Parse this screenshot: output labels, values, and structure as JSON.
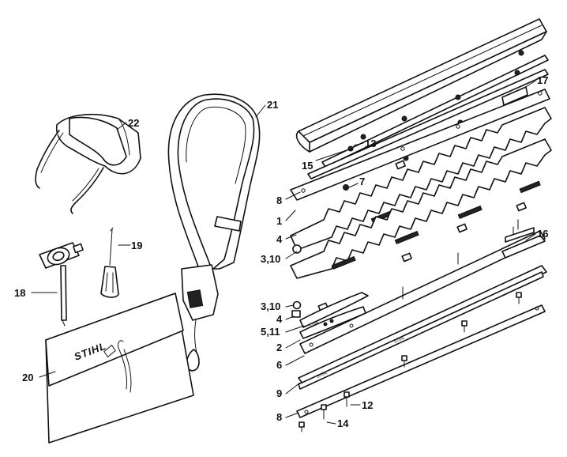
{
  "callouts": [
    "1",
    "2",
    "3,10",
    "3,10",
    "4",
    "4",
    "5,11",
    "6",
    "7",
    "8",
    "8",
    "9",
    "12",
    "13",
    "14",
    "15",
    "16",
    "17",
    "18",
    "19",
    "20",
    "21",
    "22"
  ],
  "brand_logo": "STIHL"
}
